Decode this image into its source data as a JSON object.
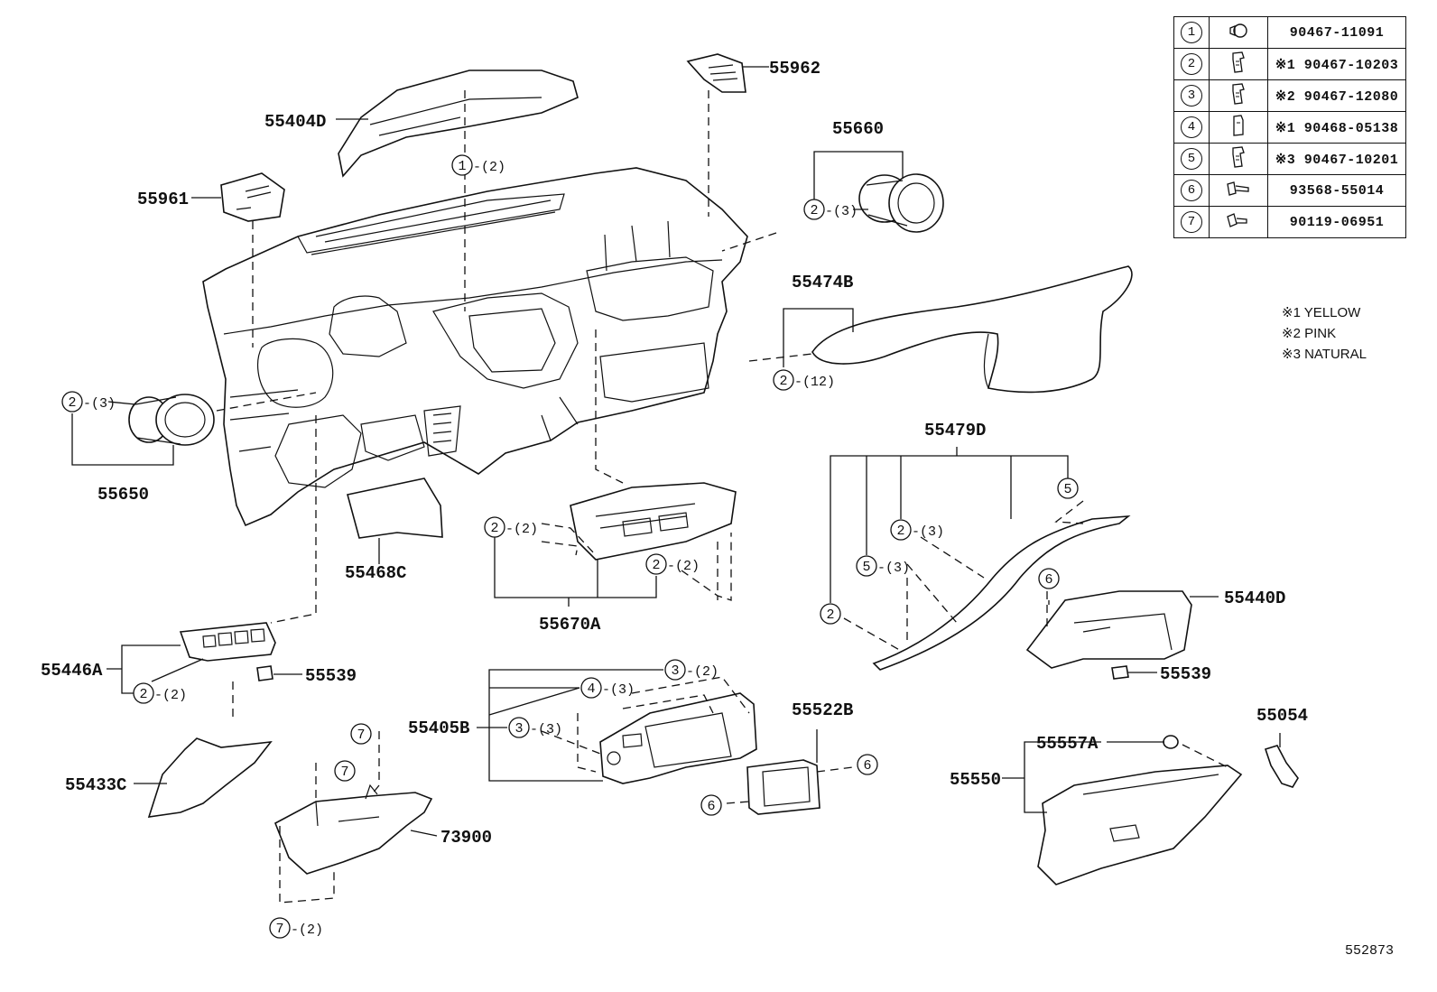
{
  "legend": [
    {
      "num": "1",
      "part": "90467-11091",
      "icon": "clip-icon"
    },
    {
      "num": "2",
      "part": "※1 90467-10203",
      "icon": "clip-icon"
    },
    {
      "num": "3",
      "part": "※2 90467-12080",
      "icon": "clip-icon"
    },
    {
      "num": "4",
      "part": "※1 90468-05138",
      "icon": "clip-icon"
    },
    {
      "num": "5",
      "part": "※3 90467-10201",
      "icon": "clip-icon"
    },
    {
      "num": "6",
      "part": "93568-55014",
      "icon": "screw-icon"
    },
    {
      "num": "7",
      "part": "90119-06951",
      "icon": "bolt-icon"
    }
  ],
  "notes": [
    "※1 YELLOW",
    "※2 PINK",
    "※3 NATURAL"
  ],
  "ref": "552873",
  "parts": {
    "p55404D": "55404D",
    "p55962": "55962",
    "p55660": "55660",
    "p55961": "55961",
    "p55474B": "55474B",
    "p55650": "55650",
    "p55479D": "55479D",
    "p55468C": "55468C",
    "p55670A": "55670A",
    "p55440D": "55440D",
    "p55446A": "55446A",
    "p55539a": "55539",
    "p55539b": "55539",
    "p55405B": "55405B",
    "p55522B": "55522B",
    "p55054": "55054",
    "p55557A": "55557A",
    "p55550": "55550",
    "p55433C": "55433C",
    "p73900": "73900"
  },
  "callouts": {
    "c_1_top": {
      "num": "1",
      "qty": "-(2)"
    },
    "c_2_55660": {
      "num": "2",
      "qty": "-(3)"
    },
    "c_2_55650": {
      "num": "2",
      "qty": "-(3)"
    },
    "c_2_55474B": {
      "num": "2",
      "qty": "-(12)"
    },
    "c_2_55479D_a": {
      "num": "2",
      "qty": "-(3)"
    },
    "c_5_55479D_a": {
      "num": "5",
      "qty": ""
    },
    "c_5_55479D_b": {
      "num": "5",
      "qty": "-(3)"
    },
    "c_2_55479D_b": {
      "num": "2",
      "qty": ""
    },
    "c_6_55440D": {
      "num": "6",
      "qty": ""
    },
    "c_2_55670A_a": {
      "num": "2",
      "qty": "-(2)"
    },
    "c_2_55670A_b": {
      "num": "2",
      "qty": "-(2)"
    },
    "c_2_55446A": {
      "num": "2",
      "qty": "-(2)"
    },
    "c_3_55405B_a": {
      "num": "3",
      "qty": "-(2)"
    },
    "c_4_55405B": {
      "num": "4",
      "qty": "-(3)"
    },
    "c_3_55405B_b": {
      "num": "3",
      "qty": "-(3)"
    },
    "c_6_55522B_a": {
      "num": "6",
      "qty": ""
    },
    "c_6_55522B_b": {
      "num": "6",
      "qty": ""
    },
    "c_7_a": {
      "num": "7",
      "qty": ""
    },
    "c_7_b": {
      "num": "7",
      "qty": ""
    },
    "c_7_c": {
      "num": "7",
      "qty": "-(2)"
    }
  }
}
